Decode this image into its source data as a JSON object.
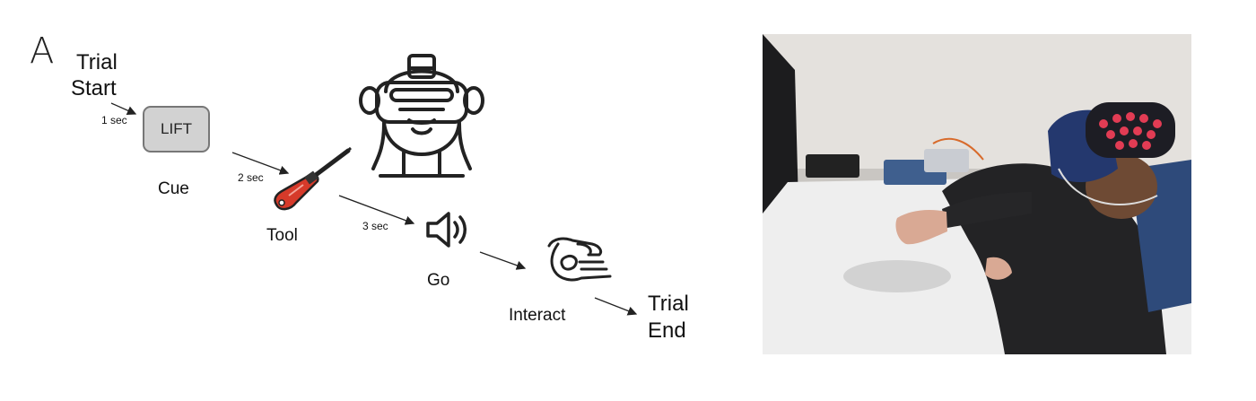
{
  "panel_label": "A",
  "trial_start": {
    "line1": "Trial",
    "line2": "Start"
  },
  "trial_end": {
    "line1": "Trial",
    "line2": "End"
  },
  "cue": {
    "box_text": "LIFT",
    "label": "Cue"
  },
  "tool": {
    "label": "Tool"
  },
  "go": {
    "label": "Go"
  },
  "interact": {
    "label": "Interact"
  },
  "intervals": {
    "i1": "1 sec",
    "i2": "2 sec",
    "i3": "3 sec"
  },
  "icons": {
    "cue": "lift-cue-box",
    "tool": "screwdriver-icon",
    "participant": "vr-headset-person-icon",
    "go": "speaker-icon",
    "interact": "grasping-hand-icon"
  },
  "colors": {
    "screwdriver_handle": "#d63a2a",
    "cue_box": "#d2d2d2"
  },
  "photo": {
    "subject": "participant-wearing-vr-headset-and-eeg-cap"
  }
}
